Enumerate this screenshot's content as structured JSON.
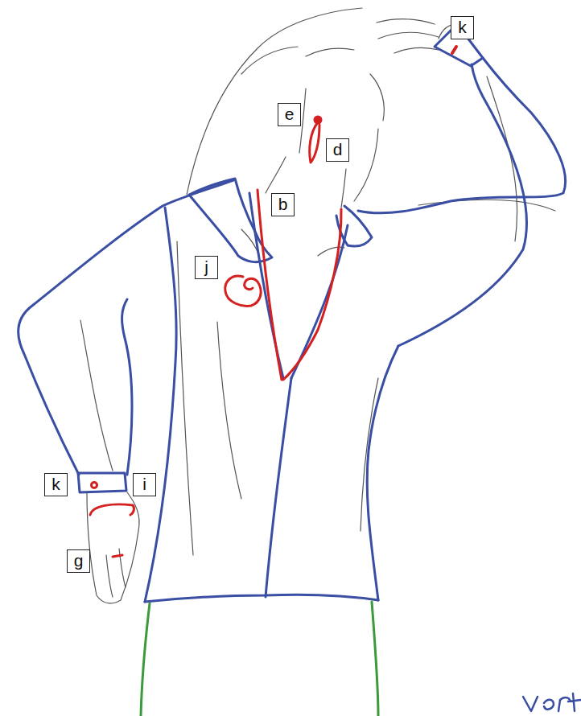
{
  "diagram": {
    "nodes": [
      {
        "text": [
          "k"
        ]
      },
      {
        "text": [
          "e"
        ]
      },
      {
        "text": [
          "d"
        ]
      },
      {
        "text": [
          "b"
        ]
      },
      {
        "text": [
          "j"
        ]
      },
      {
        "text": [
          "k"
        ]
      },
      {
        "text": [
          "i"
        ]
      },
      {
        "text": [
          "g"
        ]
      }
    ]
  }
}
